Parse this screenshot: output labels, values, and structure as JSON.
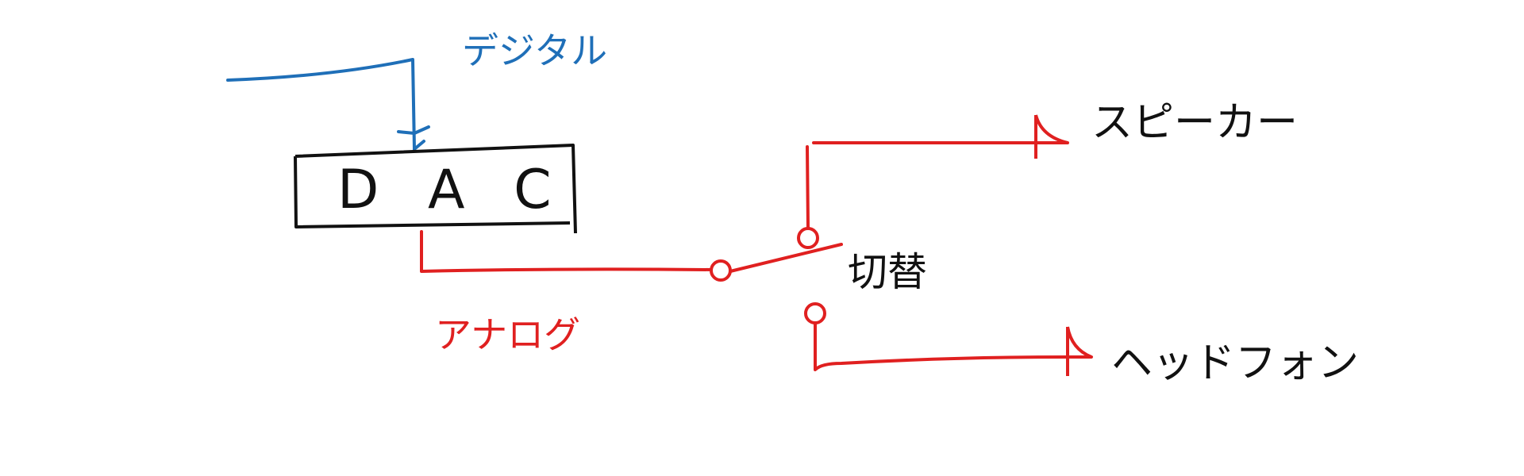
{
  "colors": {
    "digital": "#1f6fb8",
    "analog": "#e02020",
    "outline": "#111111"
  },
  "labels": {
    "digital": "デジタル",
    "dac": "D A C",
    "analog": "アナログ",
    "switch": "切替",
    "speaker": "スピーカー",
    "headphone": "ヘッドフォン"
  }
}
